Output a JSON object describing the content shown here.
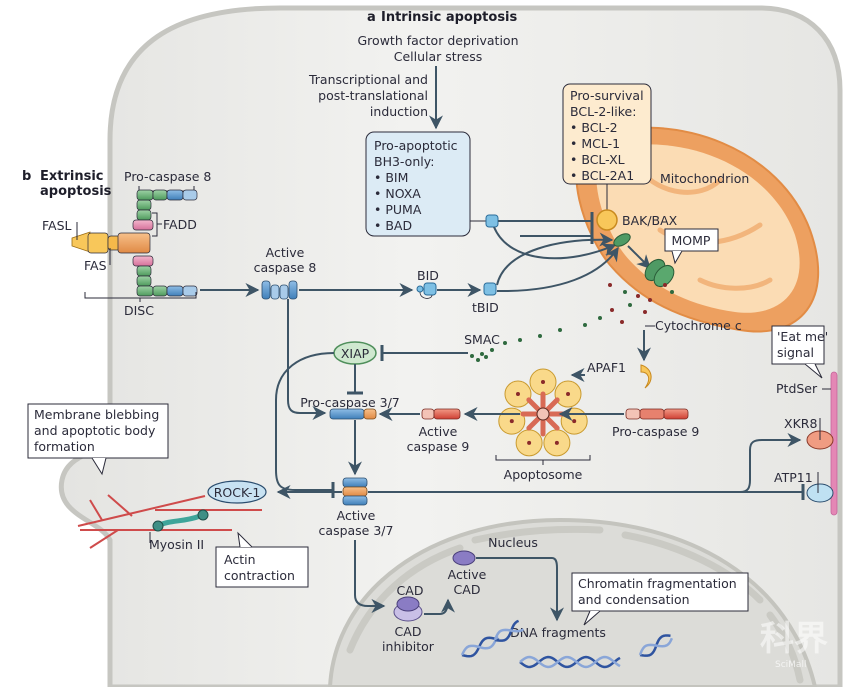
{
  "panels": {
    "intrinsic": {
      "letter": "a",
      "title": "Intrinsic apoptosis"
    },
    "extrinsic": {
      "letter": "b",
      "title_line1": "Extrinsic",
      "title_line2": "apoptosis"
    }
  },
  "triggers": {
    "line1": "Growth factor deprivation",
    "line2": "Cellular stress"
  },
  "induction": {
    "line1": "Transcriptional and",
    "line2": "post-translational",
    "line3": "induction"
  },
  "pro_apoptotic_box": {
    "title_line1": "Pro-apoptotic",
    "title_line2": "BH3-only:",
    "items": [
      "• BIM",
      "• NOXA",
      "• PUMA",
      "• BAD"
    ]
  },
  "pro_survival_box": {
    "title_line1": "Pro-survival",
    "title_line2": "BCL-2-like:",
    "items": [
      "• BCL-2",
      "• MCL-1",
      "• BCL-XL",
      "• BCL-2A1"
    ]
  },
  "labels": {
    "mitochondrion": "Mitochondrion",
    "bak_bax": "BAK/BAX",
    "momp": "MOMP",
    "cytochrome_c": "Cytochrome c",
    "pro_caspase_8": "Pro-caspase 8",
    "fadd": "FADD",
    "fasl": "FASL",
    "fas": "FAS",
    "disc": "DISC",
    "active_caspase_8_l1": "Active",
    "active_caspase_8_l2": "caspase 8",
    "bid": "BID",
    "tbid": "tBID",
    "smac": "SMAC",
    "xiap": "XIAP",
    "apaf1": "APAF1",
    "pro_caspase_37": "Pro-caspase 3/7",
    "active_caspase_9_l1": "Active",
    "active_caspase_9_l2": "caspase 9",
    "pro_caspase_9": "Pro-caspase 9",
    "apoptosome": "Apoptosome",
    "active_caspase_37_l1": "Active",
    "active_caspase_37_l2": "caspase 3/7",
    "rock1": "ROCK-1",
    "myosin_ii": "Myosin II",
    "eat_me_l1": "'Eat me'",
    "eat_me_l2": "signal",
    "ptdser": "PtdSer",
    "xkr8": "XKR8",
    "atp11": "ATP11",
    "nucleus": "Nucleus",
    "cad": "CAD",
    "cad_inhibitor_l1": "CAD",
    "cad_inhibitor_l2": "inhibitor",
    "active_cad_l1": "Active",
    "active_cad_l2": "CAD",
    "dna_fragments": "DNA fragments"
  },
  "callouts": {
    "blebbing": {
      "line1": "Membrane blebbing",
      "line2": "and apoptotic body",
      "line3": "formation"
    },
    "actin": {
      "line1": "Actin",
      "line2": "contraction"
    },
    "chromatin": {
      "line1": "Chromatin fragmentation",
      "line2": "and condensation"
    }
  },
  "watermark": {
    "cjk": "科界",
    "latin": "SciMall"
  },
  "colors": {
    "cell_fill": "#ececea",
    "cell_edge": "#c9c9c4",
    "mito_outer": "#eda060",
    "mito_inner": "#fbdcb4",
    "blue_box": "#dcebf5",
    "tan_box": "#fdebcf",
    "arrow": "#3e5566",
    "caspase_blue": "#5b93c9",
    "caspase_red": "#d8574a",
    "actin": "#cf4b4b",
    "dna": "#3b5ea8",
    "membrane_pink": "#e487b5"
  }
}
